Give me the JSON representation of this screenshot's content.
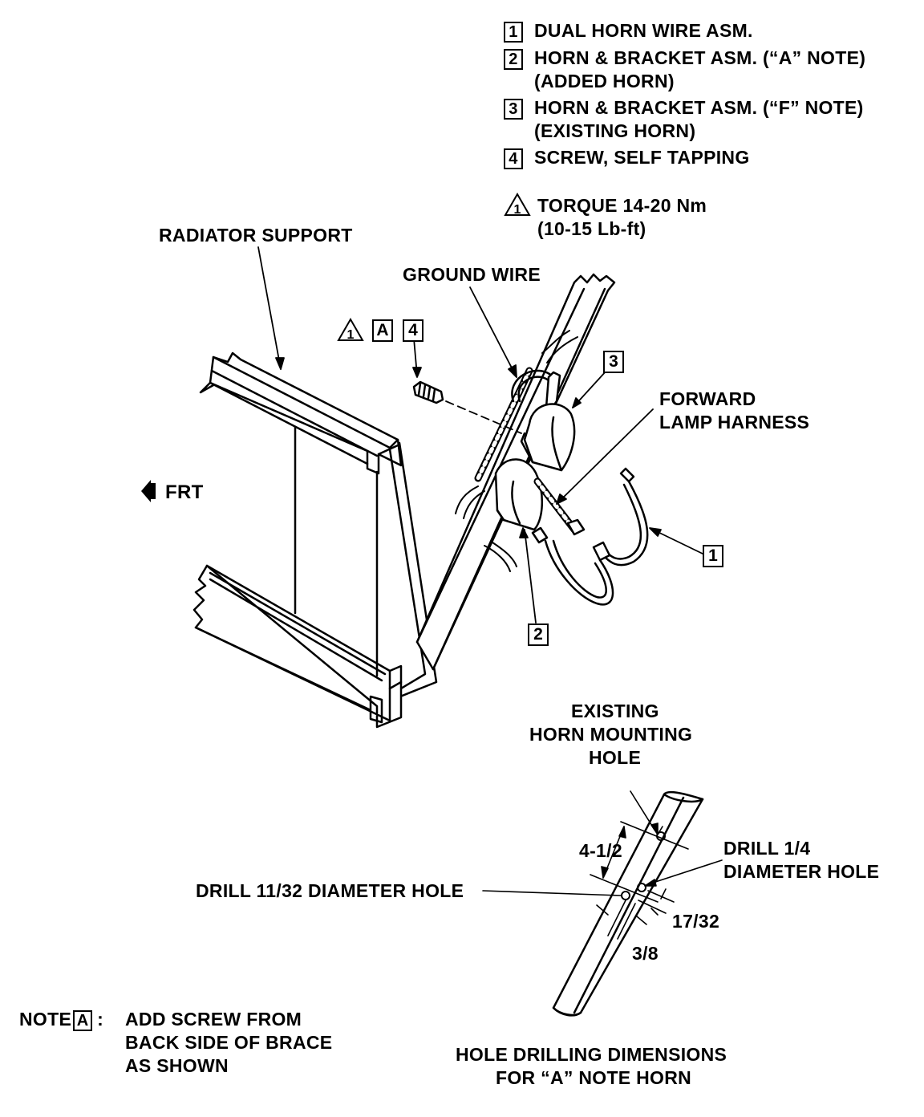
{
  "legend": {
    "items": [
      {
        "num": "1",
        "text": "DUAL HORN WIRE ASM."
      },
      {
        "num": "2",
        "text": "HORN & BRACKET ASM. (“A” NOTE)",
        "text2": "(ADDED HORN)"
      },
      {
        "num": "3",
        "text": "HORN & BRACKET ASM. (“F” NOTE)",
        "text2": "(EXISTING HORN)"
      },
      {
        "num": "4",
        "text": "SCREW, SELF TAPPING"
      }
    ],
    "torque_num": "1",
    "torque_line1": "TORQUE 14-20 Nm",
    "torque_line2": "(10-15 Lb-ft)"
  },
  "labels": {
    "radiator_support": "RADIATOR SUPPORT",
    "ground_wire": "GROUND WIRE",
    "forward_lamp_line1": "FORWARD",
    "forward_lamp_line2": "LAMP HARNESS",
    "frt": "FRT",
    "callout_screw_tri": "1",
    "callout_screw_a": "A",
    "callout_screw_num": "4",
    "callout_3": "3",
    "callout_1": "1",
    "callout_2": "2"
  },
  "detail": {
    "existing_line1": "EXISTING",
    "existing_line2": "HORN MOUNTING",
    "existing_line3": "HOLE",
    "dim_4_1_2": "4-1/2",
    "drill_quarter_line1": "DRILL 1/4",
    "drill_quarter_line2": "DIAMETER HOLE",
    "drill_11_32": "DRILL 11/32 DIAMETER HOLE",
    "dim_17_32": "17/32",
    "dim_3_8": "3/8",
    "caption_line1": "HOLE DRILLING DIMENSIONS",
    "caption_line2": "FOR “A” NOTE HORN"
  },
  "note": {
    "prefix": "NOTE",
    "box": "A",
    "colon": ":",
    "line1": "ADD SCREW FROM",
    "line2": "BACK SIDE OF BRACE",
    "line3": "AS SHOWN"
  }
}
